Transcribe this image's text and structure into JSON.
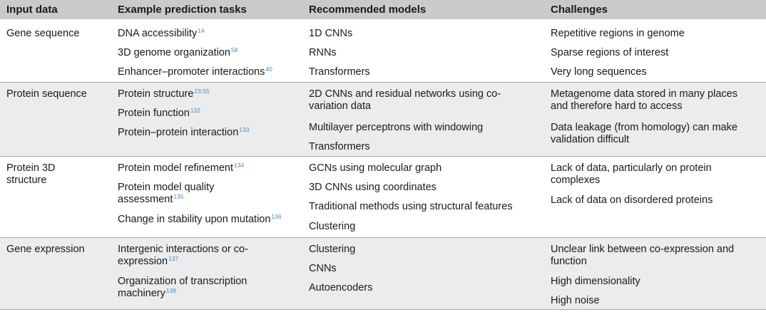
{
  "headers": {
    "input": "Input data",
    "tasks": "Example prediction tasks",
    "models": "Recommended models",
    "challenges": "Challenges"
  },
  "rows": [
    {
      "input": "Gene sequence",
      "tasks": [
        {
          "text": "DNA accessibility",
          "ref": "14"
        },
        {
          "text": "3D genome organization",
          "ref": "58"
        },
        {
          "text": "Enhancer–promoter interactions",
          "ref": "40"
        }
      ],
      "models": [
        "1D CNNs",
        "RNNs",
        "Transformers"
      ],
      "challenges": [
        "Repetitive regions in genome",
        "Sparse regions of interest",
        "Very long sequences"
      ]
    },
    {
      "input": "Protein sequence",
      "tasks": [
        {
          "text": "Protein structure",
          "ref": "23,55"
        },
        {
          "text": "Protein function",
          "ref": "132"
        },
        {
          "text": "Protein–protein interaction",
          "ref": "133"
        }
      ],
      "models": [
        "2D CNNs and residual networks using co-variation data",
        "Multilayer perceptrons with windowing",
        "Transformers"
      ],
      "challenges": [
        "Metagenome data stored in many places and therefore hard to access",
        "Data leakage (from homology) can make validation difficult"
      ]
    },
    {
      "input": "Protein 3D structure",
      "tasks": [
        {
          "text": "Protein model refinement",
          "ref": "134"
        },
        {
          "text": "Protein model quality assessment",
          "ref": "135"
        },
        {
          "text": "Change in stability upon mutation",
          "ref": "136"
        }
      ],
      "models": [
        "GCNs using molecular graph",
        "3D CNNs using coordinates",
        "Traditional methods using structural features",
        "Clustering"
      ],
      "challenges": [
        "Lack of data, particularly on protein complexes",
        "Lack of data on disordered proteins"
      ]
    },
    {
      "input": "Gene expression",
      "tasks": [
        {
          "text": "Intergenic interactions or co-expression",
          "ref": "137"
        },
        {
          "text": "Organization of transcription machinery",
          "ref": "138"
        }
      ],
      "models": [
        "Clustering",
        "CNNs",
        "Autoencoders"
      ],
      "challenges": [
        "Unclear link between co-expression and function",
        "High dimensionality",
        "High noise"
      ]
    }
  ]
}
